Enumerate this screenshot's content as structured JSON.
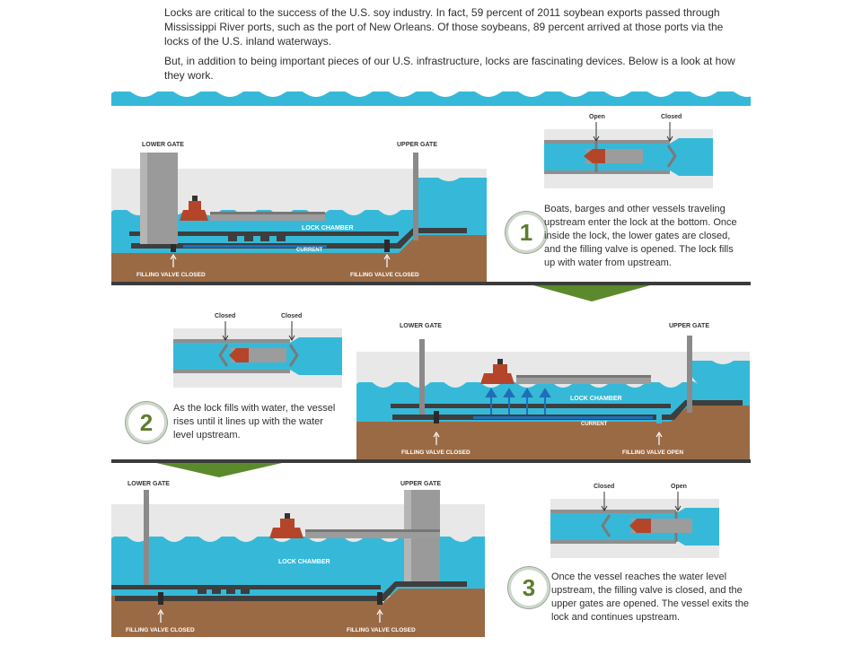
{
  "intro": {
    "p1": "Locks are critical to the success of the U.S. soy industry. In fact, 59 percent of 2011 soybean exports passed through Mississippi River ports, such as the port of New Orleans. Of those soybeans, 89 percent arrived at those ports via the locks of the U.S. inland waterways.",
    "p2": "But, in addition to being important pieces of our U.S. infrastructure, locks are fascinating devices. Below is a look at how they work."
  },
  "steps": [
    {
      "number": "1",
      "description": "Boats, barges and other vessels traveling upstream enter the lock at the bottom. Once inside the lock, the lower gates are closed, and the filling valve is opened. The lock fills up with water from upstream.",
      "lower_gate": "LOWER GATE",
      "upper_gate": "UPPER GATE",
      "chamber": "LOCK CHAMBER",
      "current": "CURRENT",
      "valve_left": "FILLING VALVE CLOSED",
      "valve_right": "FILLING VALVE CLOSED",
      "inset_left": "Open",
      "inset_right": "Closed"
    },
    {
      "number": "2",
      "description": "As the lock fills with water, the vessel rises until it lines up with the water level upstream.",
      "lower_gate": "LOWER GATE",
      "upper_gate": "UPPER GATE",
      "chamber": "LOCK CHAMBER",
      "current": "CURRENT",
      "valve_left": "FILLING VALVE CLOSED",
      "valve_right": "FILLING VALVE OPEN",
      "inset_left": "Closed",
      "inset_right": "Closed"
    },
    {
      "number": "3",
      "description": "Once the vessel reaches the water level upstream, the filling valve is closed, and the upper gates are opened. The vessel exits the lock and continues upstream.",
      "lower_gate": "LOWER GATE",
      "upper_gate": "UPPER GATE",
      "chamber": "LOCK CHAMBER",
      "valve_left": "FILLING VALVE CLOSED",
      "valve_right": "FILLING VALVE CLOSED",
      "inset_left": "Closed",
      "inset_right": "Open"
    }
  ],
  "colors": {
    "water": "#36b9d8",
    "water_light": "#bfe8f3",
    "earth": "#9a6a44",
    "concrete": "#8f8f8f",
    "tug": "#b5452a",
    "divider": "#5b8a2c"
  }
}
